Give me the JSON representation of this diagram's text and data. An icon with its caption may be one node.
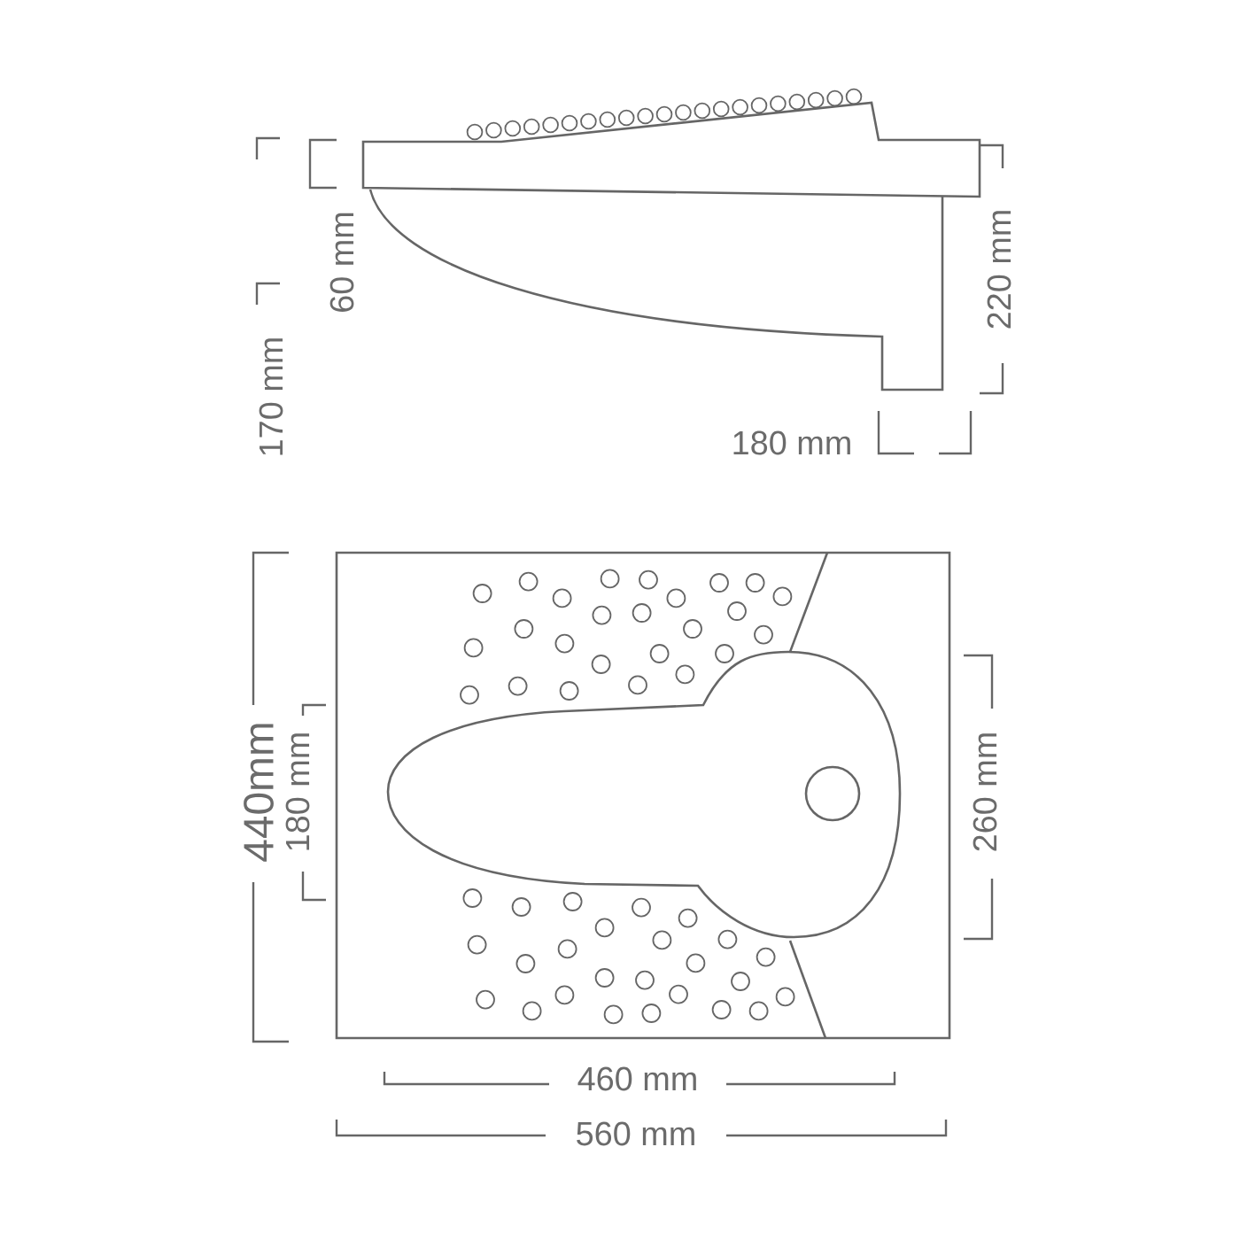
{
  "diagram": {
    "labels": [
      "60 mm",
      "170 mm",
      "220 mm",
      "180  mm",
      "440mm",
      "180 mm",
      "260 mm",
      "460 mm",
      "560 mm"
    ]
  }
}
